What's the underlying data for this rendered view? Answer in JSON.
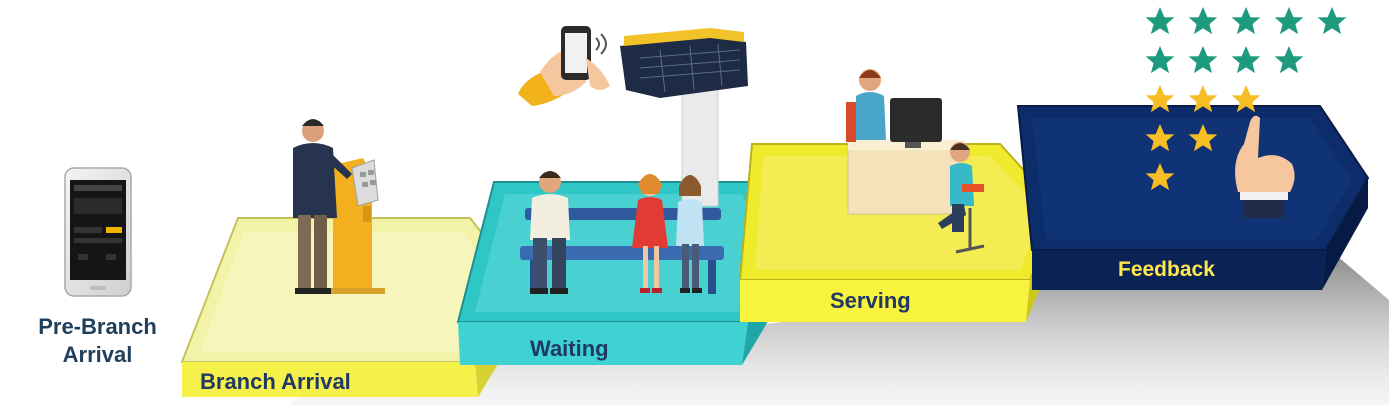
{
  "stages": {
    "pre_branch": {
      "label": "Pre-Branch Arrival"
    },
    "branch_arrival": {
      "label": "Branch Arrival"
    },
    "waiting": {
      "label": "Waiting"
    },
    "serving": {
      "label": "Serving"
    },
    "feedback": {
      "label": "Feedback"
    }
  },
  "rating": {
    "green_rows": [
      5,
      4
    ],
    "gold_rows": [
      3,
      2,
      1
    ]
  },
  "icons": [
    "mobile-app-icon",
    "kiosk-person-icon",
    "hand-phone-icon",
    "departure-board-icon",
    "waiting-people-icon",
    "service-desk-icon",
    "rating-stars-icon",
    "pointing-hand-icon"
  ],
  "colors": {
    "branch_top": "#f3f3a8",
    "branch_front": "#f5f14a",
    "waiting_top": "#2fc6c6",
    "waiting_front": "#3fd2d2",
    "serving_top": "#f0ea2c",
    "serving_front": "#f7f33e",
    "feedback_top": "#0d2c6a",
    "feedback_front": "#0a2357",
    "star_green": "#1e9a7e",
    "star_gold": "#f6bd24",
    "label_dark": "#203864",
    "label_feedback": "#ffe84d"
  }
}
